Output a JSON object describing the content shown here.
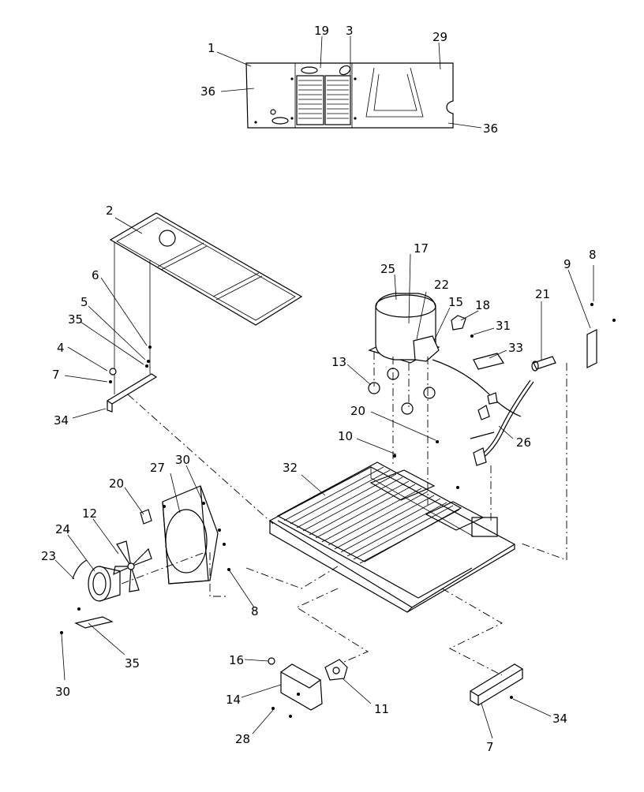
{
  "callouts": {
    "c1": "1",
    "c19": "19",
    "c3": "3",
    "c29": "29",
    "c36a": "36",
    "c36b": "36",
    "c2": "2",
    "c6": "6",
    "c5": "5",
    "c35a": "35",
    "c4": "4",
    "c7a": "7",
    "c34a": "34",
    "c17": "17",
    "c25": "25",
    "c22": "22",
    "c15": "15",
    "c18": "18",
    "c9": "9",
    "c8a": "8",
    "c21": "21",
    "c31": "31",
    "c33": "33",
    "c13": "13",
    "c20a": "20",
    "c26": "26",
    "c10": "10",
    "c32": "32",
    "c30a": "30",
    "c27": "27",
    "c20b": "20",
    "c12": "12",
    "c24": "24",
    "c23": "23",
    "c8b": "8",
    "c35b": "35",
    "c30b": "30",
    "c16": "16",
    "c14": "14",
    "c11": "11",
    "c28": "28",
    "c34b": "34",
    "c7b": "7"
  }
}
